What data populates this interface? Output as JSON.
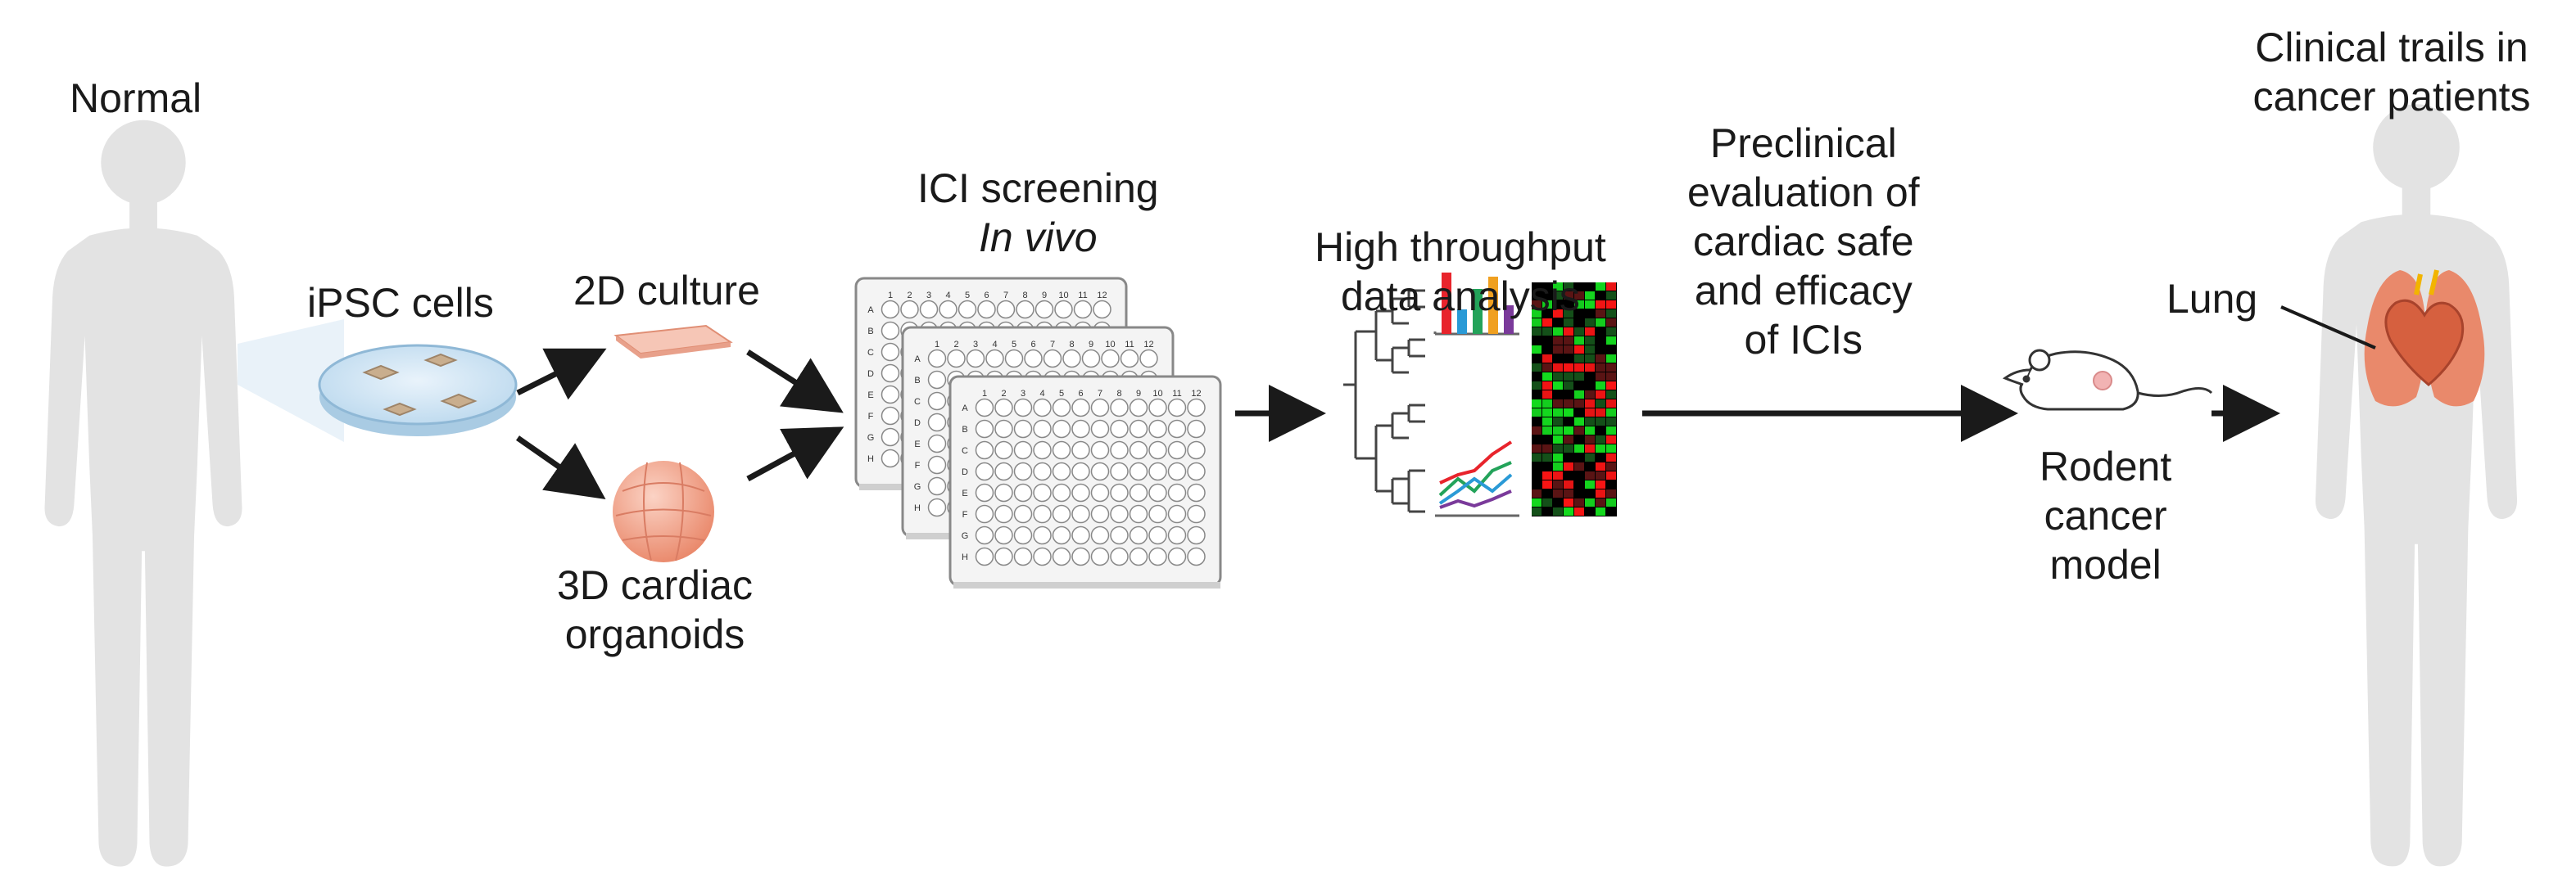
{
  "labels": {
    "normal": "Normal",
    "ipsc": "iPSC cells",
    "culture2d": "2D culture",
    "organoids": [
      "3D cardiac",
      "organoids"
    ],
    "ici": "ICI screening",
    "invivo": "In vivo",
    "hta": [
      "High throughput",
      "data analysis"
    ],
    "preclinical": [
      "Preclinical",
      "evaluation of",
      "cardiac safe",
      "and efficacy",
      "of ICIs"
    ],
    "rodent": [
      "Rodent",
      "cancer",
      "model"
    ],
    "clinical": [
      "Clinical trails in",
      "cancer patients"
    ],
    "lung": "Lung"
  },
  "plate": {
    "columns": [
      "1",
      "2",
      "3",
      "4",
      "5",
      "6",
      "7",
      "8",
      "9",
      "10",
      "11",
      "12"
    ],
    "rows": [
      "A",
      "B",
      "C",
      "D",
      "E",
      "F",
      "G",
      "H"
    ]
  },
  "colors": {
    "body": "#e3e3e3",
    "text": "#1a1a1a",
    "tissue": "#f0a08a",
    "bars": [
      "#e8242c",
      "#2a9ad6",
      "#23a35a",
      "#f0a020",
      "#7a3a9a"
    ]
  },
  "icons": {
    "human": "human-silhouette-icon",
    "dish": "petri-dish-icon",
    "plate": "well-plate-icon",
    "mouse": "mouse-icon",
    "heart": "heart-icon"
  }
}
